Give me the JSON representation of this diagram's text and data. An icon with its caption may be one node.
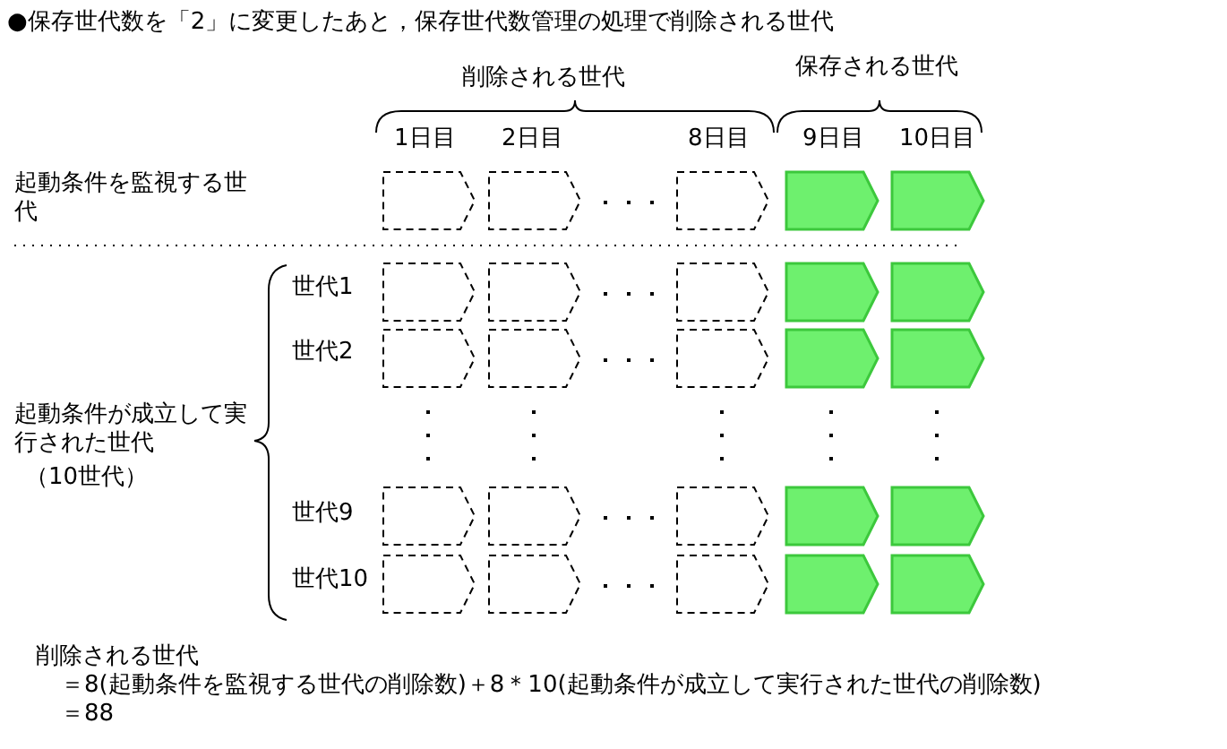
{
  "diagram": {
    "title": "●保存世代数を「2」に変更したあと，保存世代数管理の処理で削除される世代",
    "labels": [
      "削除される世代",
      "保存される世代",
      "1日目",
      "2日目",
      "8日目",
      "9日目",
      "10日目",
      "起動条件を監視する世代",
      "世代1",
      "世代2",
      "起動条件が成立して実行された世代",
      "（10世代）",
      "世代9",
      "世代10",
      "削除される世代",
      "＝8(起動条件を監視する世代の削除数)＋8＊10(起動条件が成立して実行された世代の削除数)",
      "＝88"
    ]
  }
}
